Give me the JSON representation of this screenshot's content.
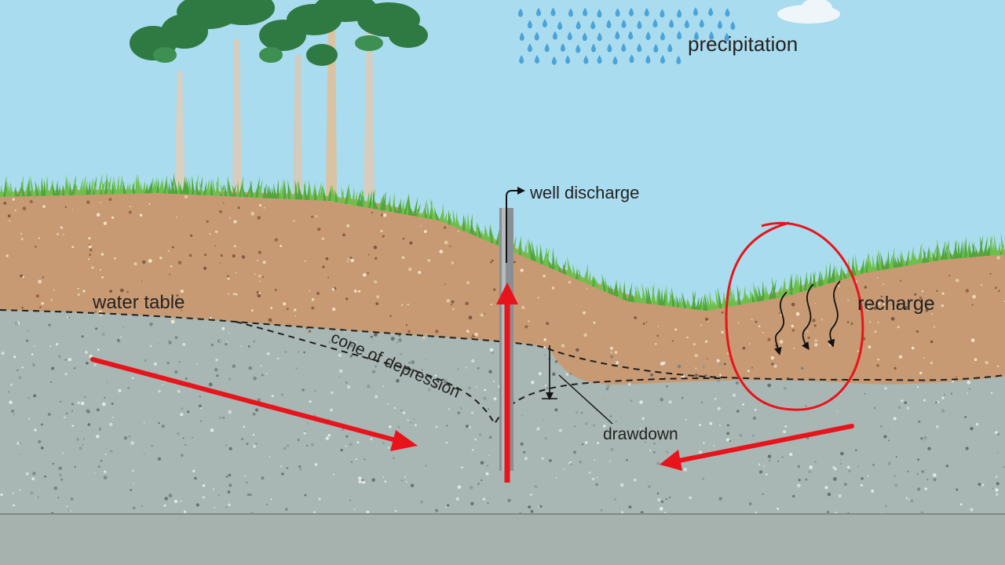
{
  "labels": {
    "precipitation": "precipitation",
    "well_discharge": "well discharge",
    "water_table": "water table",
    "cone_of_depression": "cone of depression",
    "drawdown": "drawdown",
    "recharge": "recharge"
  },
  "colors": {
    "sky": "#a9dcee",
    "soil": "#c79a74",
    "groundwater": "#a8b7b3",
    "bedrock": "#a5b2ae",
    "grass": "#4fa63a",
    "rain": "#4aa3d9",
    "annotation_red": "#e8141c",
    "well_casing": "#8a8f93"
  },
  "icons": {
    "rain": "raindrop-icon",
    "trees": "tree-icon",
    "cloud": "cloud-icon"
  }
}
